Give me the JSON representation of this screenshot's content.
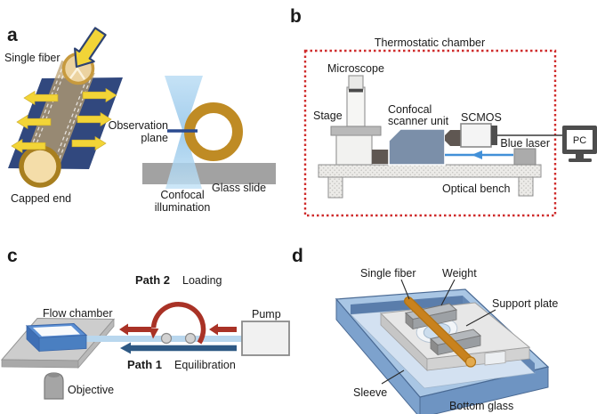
{
  "a": {
    "panel_letter": "a",
    "single_fiber": "Single fiber",
    "capped_end": "Capped end",
    "observation_plane": [
      "Observation",
      "plane"
    ],
    "confocal_illumination": [
      "Confocal",
      "illumination"
    ],
    "glass_slide": "Glass slide"
  },
  "b": {
    "panel_letter": "b",
    "thermostatic_chamber": "Thermostatic chamber",
    "microscope": "Microscope",
    "stage": "Stage",
    "confocal_scanner_unit": [
      "Confocal",
      "scanner unit"
    ],
    "scmos": "SCMOS",
    "blue_laser": "Blue laser",
    "pc": "PC",
    "optical_bench": "Optical bench"
  },
  "c": {
    "panel_letter": "c",
    "path2": "Path 2",
    "loading": "Loading",
    "flow_chamber": "Flow chamber",
    "pump": "Pump",
    "path1": "Path 1",
    "equilibration": "Equilibration",
    "objective": "Objective"
  },
  "d": {
    "panel_letter": "d",
    "single_fiber": "Single fiber",
    "weight": "Weight",
    "support_plate": "Support plate",
    "sleeve": "Sleeve",
    "bottom_glass": "Bottom glass"
  },
  "colors": {
    "accent_red": "#cf2b2b",
    "path2_red": "#9e2b25",
    "loading_red": "#cb4335",
    "dark_red_arc": "#a93226",
    "path1_blue": "#2e5984",
    "equilibration_blue": "#4a7ab5",
    "navy_slide": "#31487e",
    "yellow_arrow": "#f2d437",
    "fiber_gold": "#bf8b24",
    "fiber_orange": "#c8821e",
    "tube_blue": "#b9d7ee",
    "laser_blue": "#4290d8",
    "scanner_slate": "#7b8fa9",
    "tray_blue": "#a9c6e4"
  }
}
